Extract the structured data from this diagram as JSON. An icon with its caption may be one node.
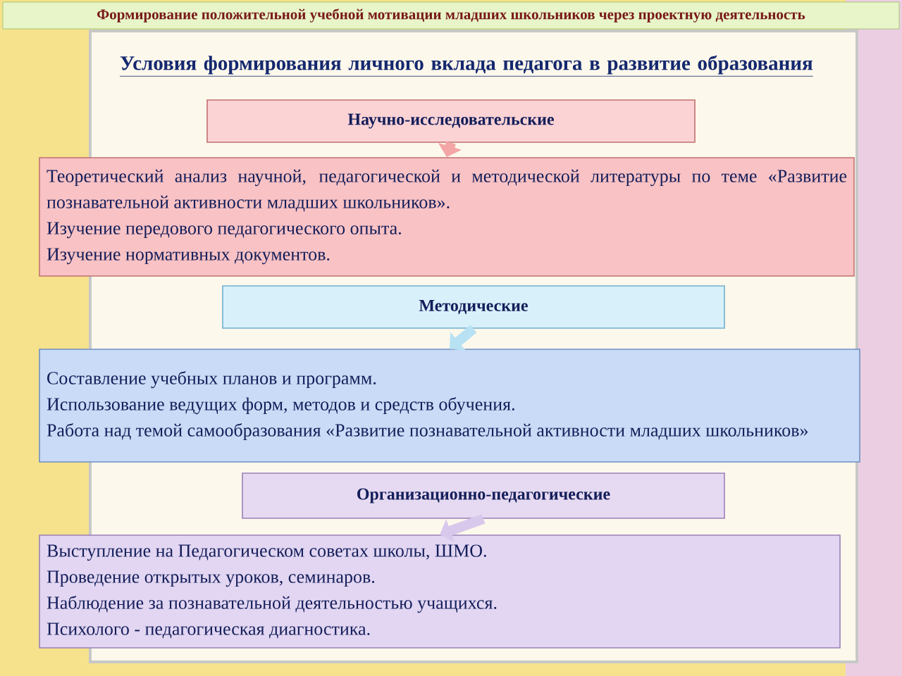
{
  "diagram": {
    "title": "Условия формирования личного вклада педагога в развитие образования",
    "nodes": [
      {
        "text": [
          "Научно-исследовательские"
        ]
      },
      {
        "text": [
          "Теоретический анализ научной, педагогической и методической литературы по теме «Развитие познавательной активности младших школьников».",
          "Изучение передового педагогического опыта.",
          "Изучение нормативных документов."
        ]
      },
      {
        "text": [
          "Методические"
        ]
      },
      {
        "text": [
          "Составление учебных планов и программ.",
          "Использование ведущих форм, методов и средств обучения.",
          "Работа над темой самообразования «Развитие познавательной активности младших школьников»"
        ]
      },
      {
        "text": [
          "Организационно-педагогические"
        ]
      },
      {
        "text": [
          "Выступление на Педагогическом советах школы, ШМО.",
          "Проведение открытых уроков, семинаров.",
          "Наблюдение за познавательной деятельностью учащихся.",
          "Психолого - педагогическая диагностика."
        ]
      }
    ],
    "edges": [
      {
        "from": 0,
        "to": 1,
        "arrow": "to",
        "color": "#f4a6a6"
      },
      {
        "from": 2,
        "to": 3,
        "arrow": "to",
        "color": "#b8e2f4"
      },
      {
        "from": 4,
        "to": 5,
        "arrow": "to",
        "color": "#d8c8ec"
      }
    ],
    "labels": [
      "Формирование положительной учебной мотивации младших школьников через  проектную деятельность"
    ]
  }
}
